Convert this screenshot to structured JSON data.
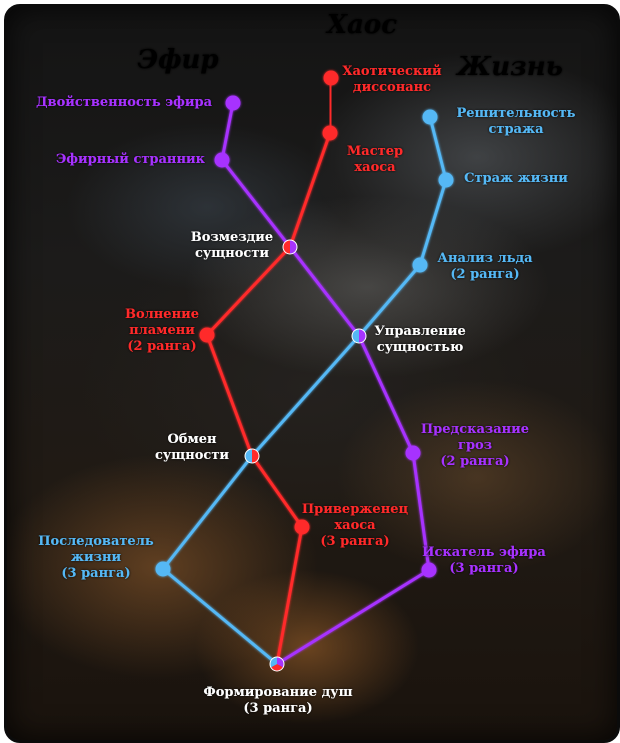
{
  "headers": {
    "aether": "Эфир",
    "chaos": "Хаос",
    "life": "Жизнь"
  },
  "colors": {
    "aether": "#a733ff",
    "chaos": "#ff2a2a",
    "life": "#55b8f5",
    "white": "#ffffff"
  },
  "nodes": [
    {
      "id": "aether_duality",
      "color": "aether",
      "label": [
        "Двойственность эфира"
      ]
    },
    {
      "id": "aether_wanderer",
      "color": "aether",
      "label": [
        "Эфирный странник"
      ]
    },
    {
      "id": "chaos_dissonance",
      "color": "chaos",
      "label": [
        "Хаотический",
        "диссонанс"
      ]
    },
    {
      "id": "chaos_master",
      "color": "chaos",
      "label": [
        "Мастер",
        "хаоса"
      ]
    },
    {
      "id": "life_resolve",
      "color": "life",
      "label": [
        "Решительность",
        "стража"
      ]
    },
    {
      "id": "life_guardian",
      "color": "life",
      "label": [
        "Страж жизни"
      ]
    },
    {
      "id": "essence_retribution",
      "color": "white",
      "label": [
        "Возмездие",
        "сущности"
      ]
    },
    {
      "id": "ice_analysis",
      "color": "life",
      "label": [
        "Анализ льда",
        "(2 ранга)"
      ]
    },
    {
      "id": "flame_agitation",
      "color": "chaos",
      "label": [
        "Волнение",
        "пламени",
        "(2 ранга)"
      ]
    },
    {
      "id": "essence_control",
      "color": "white",
      "label": [
        "Управление",
        "сущностью"
      ]
    },
    {
      "id": "essence_exchange",
      "color": "white",
      "label": [
        "Обмен",
        "сущности"
      ]
    },
    {
      "id": "storm_prediction",
      "color": "aether",
      "label": [
        "Предсказание",
        "гроз",
        "(2 ранга)"
      ]
    },
    {
      "id": "chaos_adherent",
      "color": "chaos",
      "label": [
        "Приверженец",
        "хаоса",
        "(3 ранга)"
      ]
    },
    {
      "id": "life_follower",
      "color": "life",
      "label": [
        "Последователь",
        "жизни",
        "(3 ранга)"
      ]
    },
    {
      "id": "aether_seeker",
      "color": "aether",
      "label": [
        "Искатель эфира",
        "(3 ранга)"
      ]
    },
    {
      "id": "soul_shaping",
      "color": "white",
      "label": [
        "Формирование душ",
        "(3 ранга)"
      ]
    }
  ],
  "edges": [
    {
      "from": "aether_duality",
      "to": "aether_wanderer",
      "color": "aether"
    },
    {
      "from": "aether_wanderer",
      "to": "essence_retribution",
      "color": "aether"
    },
    {
      "from": "essence_retribution",
      "to": "essence_control",
      "color": "aether"
    },
    {
      "from": "essence_control",
      "to": "storm_prediction",
      "color": "aether"
    },
    {
      "from": "storm_prediction",
      "to": "aether_seeker",
      "color": "aether"
    },
    {
      "from": "aether_seeker",
      "to": "soul_shaping",
      "color": "aether"
    },
    {
      "from": "chaos_dissonance",
      "to": "chaos_master",
      "color": "chaos"
    },
    {
      "from": "chaos_master",
      "to": "essence_retribution",
      "color": "chaos"
    },
    {
      "from": "essence_retribution",
      "to": "flame_agitation",
      "color": "chaos"
    },
    {
      "from": "flame_agitation",
      "to": "essence_exchange",
      "color": "chaos"
    },
    {
      "from": "essence_exchange",
      "to": "chaos_adherent",
      "color": "chaos"
    },
    {
      "from": "chaos_adherent",
      "to": "soul_shaping",
      "color": "chaos"
    },
    {
      "from": "life_resolve",
      "to": "life_guardian",
      "color": "life"
    },
    {
      "from": "life_guardian",
      "to": "ice_analysis",
      "color": "life"
    },
    {
      "from": "ice_analysis",
      "to": "essence_control",
      "color": "life"
    },
    {
      "from": "essence_control",
      "to": "essence_exchange",
      "color": "life"
    },
    {
      "from": "essence_exchange",
      "to": "life_follower",
      "color": "life"
    },
    {
      "from": "life_follower",
      "to": "soul_shaping",
      "color": "life"
    }
  ]
}
